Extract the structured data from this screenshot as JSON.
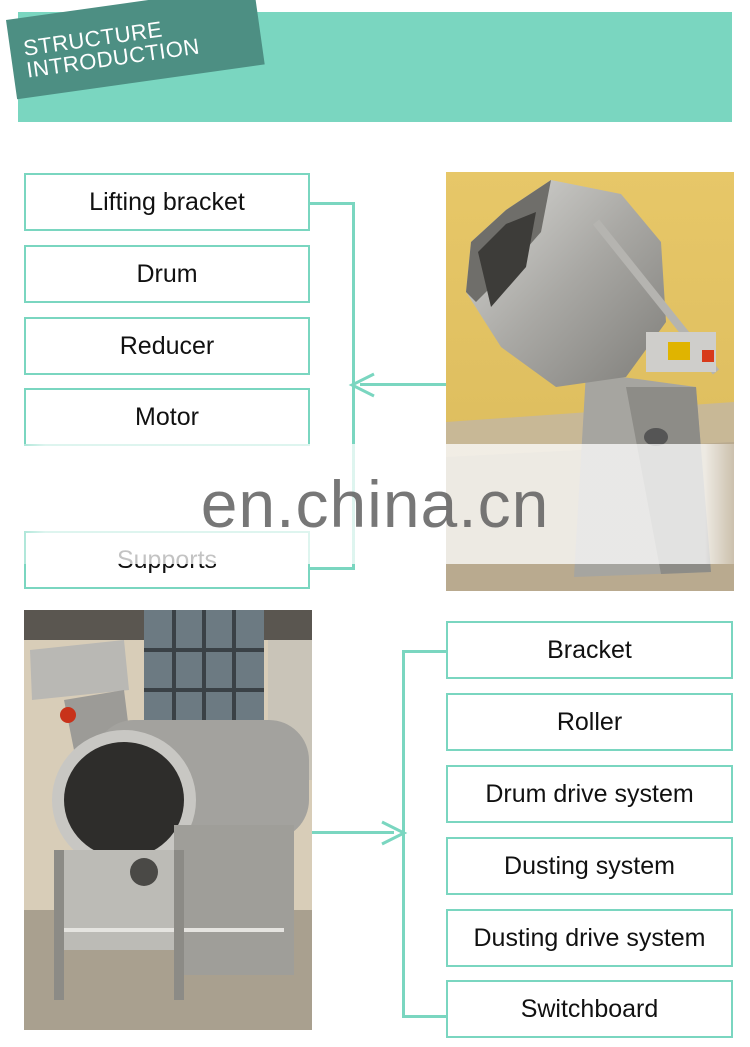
{
  "header": {
    "line1": "STRUCTURE",
    "line2": "INTRODUCTION"
  },
  "section1": {
    "labels": [
      "Lifting bracket",
      "Drum",
      "Reducer",
      "Motor",
      "Supports"
    ]
  },
  "section2": {
    "labels": [
      "Bracket",
      "Roller",
      "Drum drive system",
      "Dusting system",
      "Dusting drive system",
      "Switchboard"
    ]
  },
  "watermark": "en.china.cn",
  "colors": {
    "accent": "#7ad6c0",
    "tag": "#4d8f83"
  }
}
